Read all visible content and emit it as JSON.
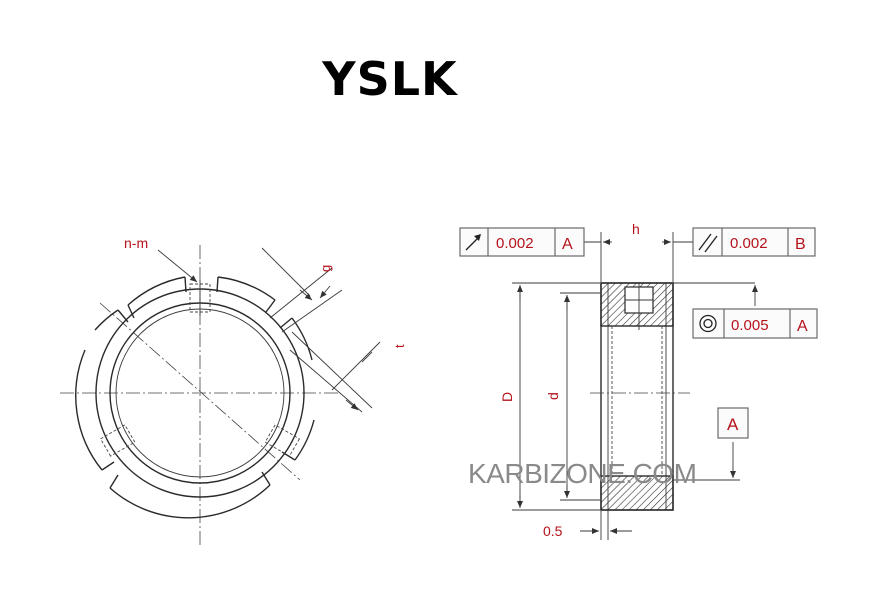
{
  "title": "YSLK",
  "watermark": "KARBIZONE.COM",
  "labels": {
    "n_m": "n-m",
    "g": "g",
    "t": "t",
    "h": "h",
    "D": "D",
    "d": "d",
    "offset": "0.5"
  },
  "tolerance_frames": [
    {
      "symbol": "circular-runout",
      "value": "0.002",
      "datum": "A"
    },
    {
      "symbol": "parallelism",
      "value": "0.002",
      "datum": "B"
    },
    {
      "symbol": "concentricity",
      "value": "0.005",
      "datum": "A"
    }
  ],
  "datum_label": "A",
  "colors": {
    "annotation": "#b5121b",
    "line": "#2a2a2a",
    "watermark": "#8a8a8a"
  }
}
